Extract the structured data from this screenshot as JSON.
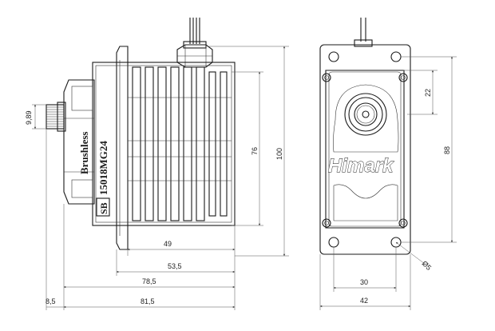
{
  "side_view": {
    "brand_text": "Brushless",
    "model_prefix": "SB",
    "model_text": "15018MG24"
  },
  "front_view": {
    "logo_text": "Himark"
  },
  "dimensions": {
    "spline_diameter": "9,89",
    "body_width_49": "49",
    "width_53_5": "53,5",
    "width_78_5": "78,5",
    "width_81_5": "81,5",
    "spline_offset_8_5": "8,5",
    "height_76": "76",
    "height_100": "100",
    "hole_pitch_22": "22",
    "hole_span_88": "88",
    "hole_span_30": "30",
    "width_42": "42",
    "hole_diameter": "Ø5"
  }
}
